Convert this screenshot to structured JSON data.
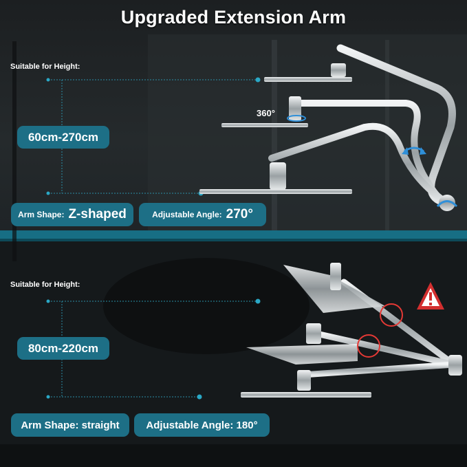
{
  "title": "Upgraded Extension Arm",
  "sections": [
    {
      "suitable_label": "Suitable for Height:",
      "height_range": "60cm-270cm",
      "arm_shape_label": "Arm Shape:",
      "arm_shape_value": "Z-shaped",
      "angle_label": "Adjustable Angle:",
      "angle_value": "270°",
      "rotation_label": "360°"
    },
    {
      "suitable_label": "Suitable for Height:",
      "height_range": "80cm-220cm",
      "arm_shape_text": "Arm Shape: straight",
      "angle_text": "Adjustable Angle: 180°"
    }
  ],
  "colors": {
    "accent": "#1d6f86",
    "warning": "#d32f2f",
    "highlight_circle": "#e53935",
    "rotate_arrow": "#2f8fd8"
  },
  "icons": [
    "warning-triangle-icon",
    "rotate-arrow-icon"
  ]
}
